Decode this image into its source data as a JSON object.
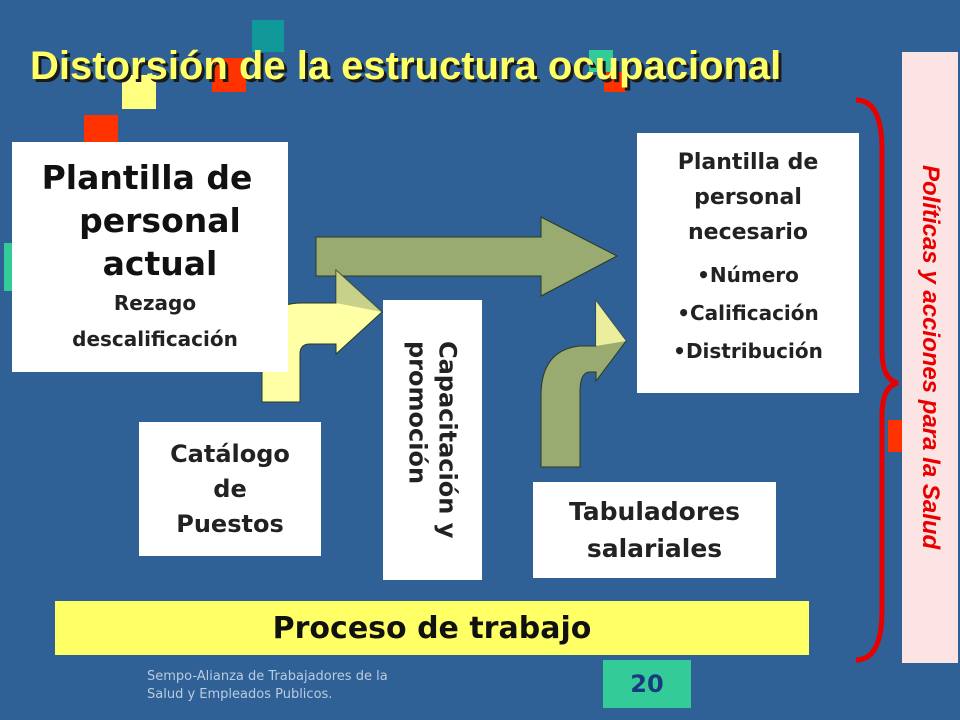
{
  "title": "Distorsión de la estructura ocupacional",
  "current_staff": {
    "title_lines": [
      "Plantilla de",
      "personal",
      "actual"
    ],
    "issues": [
      "Rezago",
      "descalificación"
    ]
  },
  "needed_staff": {
    "title_lines": [
      "Plantilla de",
      "personal",
      "necesario"
    ],
    "bullets": [
      "•Número",
      "•Calificación",
      "•Distribución"
    ]
  },
  "catalog": {
    "lines": [
      "Catálogo",
      "de",
      "Puestos"
    ]
  },
  "training": {
    "lines": [
      "Capacitación y",
      "promoción"
    ]
  },
  "wage_tables": {
    "lines": [
      "Tabuladores",
      "salariales"
    ]
  },
  "process": {
    "label": "Proceso de trabajo"
  },
  "policy": {
    "label": "Políticas y acciones para la Salud"
  },
  "footer": {
    "lines": [
      "Sempo-Alianza de Trabajadores de la",
      "Salud y Empleados Publicos."
    ],
    "page_number": "20"
  },
  "colors": {
    "background": "#2f6196",
    "title": "#ffff66",
    "arrow": "#9aab72",
    "arrow_highlight": "#ffffa6",
    "brace": "#e80000",
    "policy_bg": "#fde4e4",
    "process_bg": "#ffff66",
    "page_badge": "#33cc99"
  }
}
